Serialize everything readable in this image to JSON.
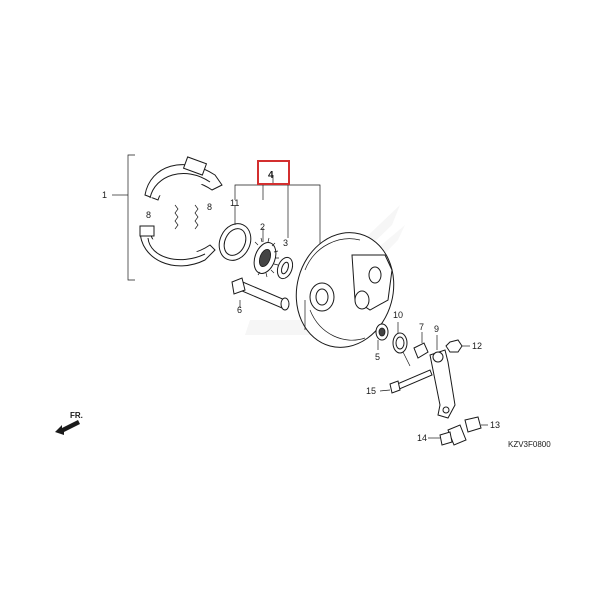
{
  "diagram": {
    "code": "KZV3F0800",
    "direction_marker": "FR.",
    "highlight_color": "#d32f2f",
    "highlighted_part": "4",
    "callouts": {
      "p1": "1",
      "p2": "2",
      "p3": "3",
      "p4": "4",
      "p5": "5",
      "p6": "6",
      "p7": "7",
      "p8a": "8",
      "p8b": "8",
      "p9": "9",
      "p10": "10",
      "p11": "11",
      "p12": "12",
      "p13": "13",
      "p14": "14",
      "p15": "15"
    }
  }
}
